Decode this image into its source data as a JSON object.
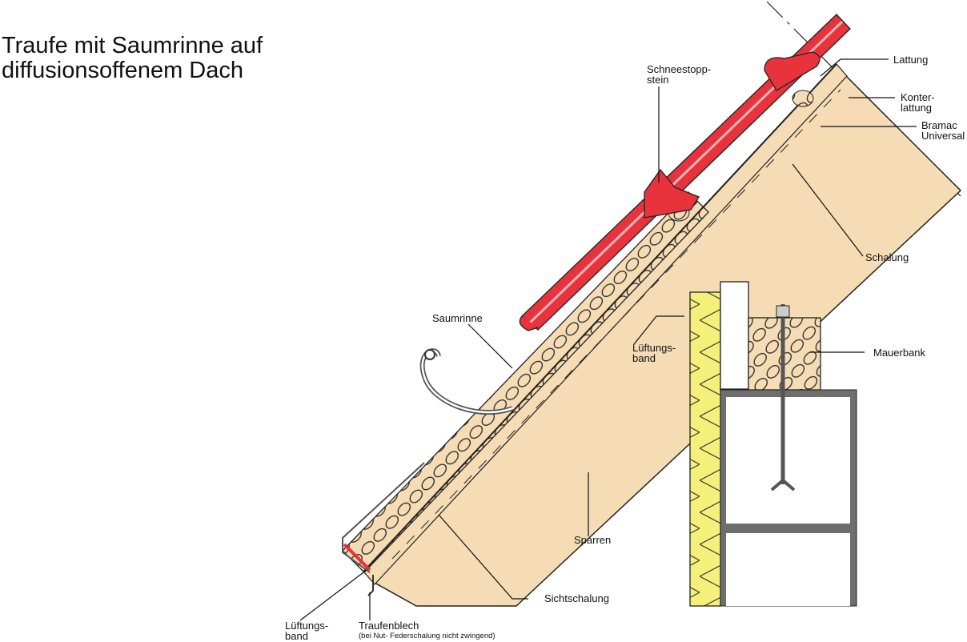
{
  "title": [
    "Traufe mit Saumrinne auf",
    "diffusionsoffenem Dach"
  ],
  "labels": {
    "schneestopp": [
      "Schneestopp-",
      "stein"
    ],
    "lattung": "Lattung",
    "konterlattung": [
      "Konter-",
      "lattung"
    ],
    "bramac": [
      "Bramac",
      "Universal"
    ],
    "schalung": "Schalung",
    "saumrinne": "Saumrinne",
    "lueftungsband_top": [
      "Lüftungs-",
      "band"
    ],
    "mauerbank": "Mauerbank",
    "sparren": "Sparren",
    "sichtschalung": "Sichtschalung",
    "lueftungsband_bottom": [
      "Lüftungs-",
      "band"
    ],
    "traufenblech": "Traufenblech",
    "traufenblech_note": "(bei Nut- Federschalung nicht zwingend)"
  },
  "colors": {
    "tile": "#e8323c",
    "wood": "#f5dcb4",
    "insulation": "#f5f07a",
    "frame": "#6e6e6e"
  }
}
